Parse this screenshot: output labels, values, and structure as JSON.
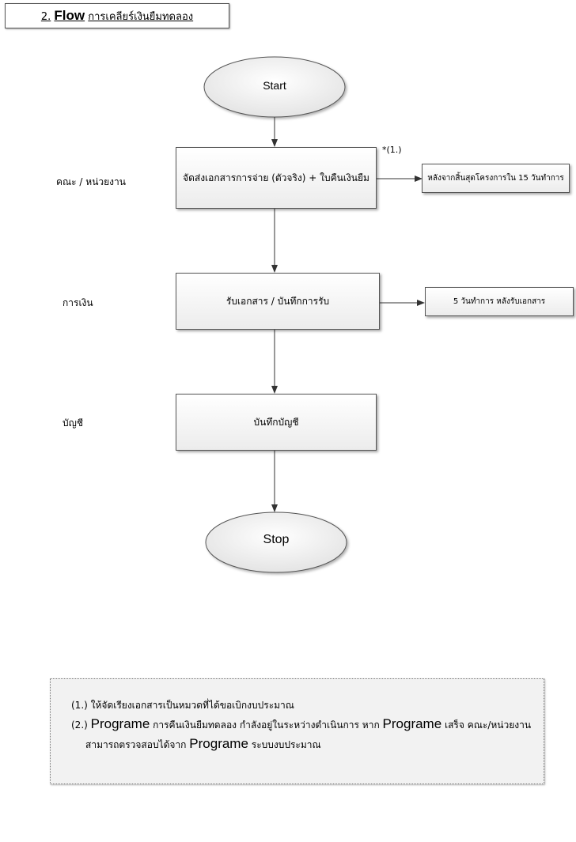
{
  "title": {
    "number": "2.",
    "flow": "Flow",
    "rest": "การเคลียร์เงินยืมทดลอง"
  },
  "lanes": {
    "faculty": "คณะ / หน่วยงาน",
    "finance": "การเงิน",
    "accounting": "บัญชี"
  },
  "start": "Start",
  "stop": "Stop",
  "steps": {
    "submit": "จัดส่งเอกสารการจ่าย (ตัวจริง) + ใบคืนเงินยืม",
    "receive": "รับเอกสาร / บันทึกการรับ",
    "record": "บันทึกบัญชี"
  },
  "footnote_mark": "*(1.)",
  "side_notes": {
    "deadline": "หลังจากสิ้นสุดโครงการใน 15 วันทำการ",
    "finance_days": "5 วันทำการ หลังรับเอกสาร"
  },
  "notes": {
    "n1_num": "(1.)",
    "n1_text": "ให้จัดเรียงเอกสารเป็นหมวดที่ได้ขอเบิกงบประมาณ",
    "n2_num": "(2.)",
    "n2_prog1": "Programe",
    "n2_text1": "การคืนเงินยืมทดลอง กำลังอยู่ในระหว่างดำเนินการ หาก",
    "n2_prog2": "Programe",
    "n2_text2": "เสร็จ คณะ/หน่วยงาน",
    "n2_text3": "สามารถตรวจสอบได้จาก",
    "n2_prog3": "Programe",
    "n2_text4": "ระบบงบประมาณ"
  }
}
